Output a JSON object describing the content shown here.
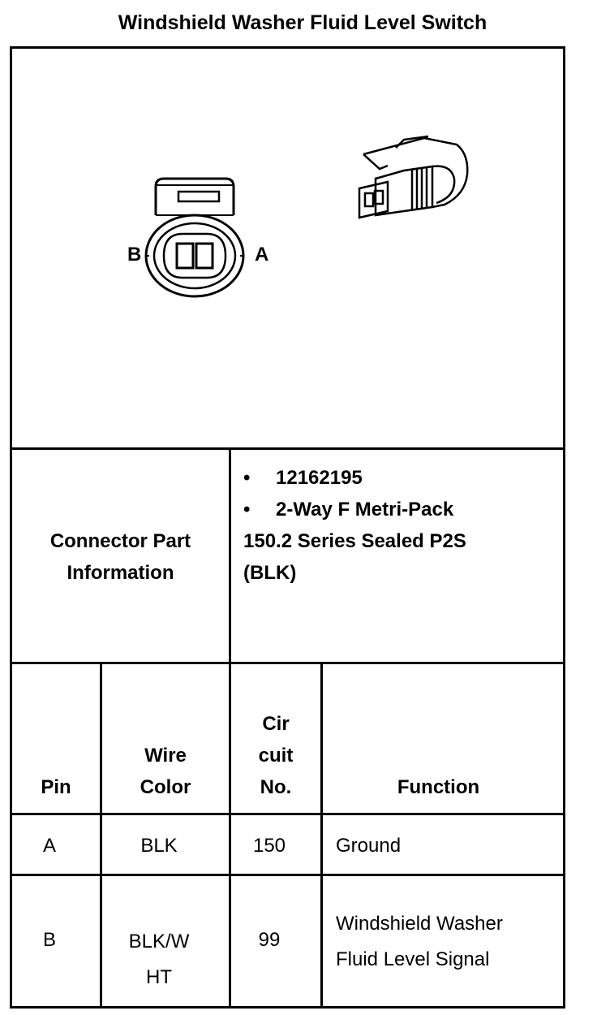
{
  "title": "Windshield Washer Fluid Level Switch",
  "diagram": {
    "pin_label_b": "B",
    "pin_label_a": "A",
    "front_view_icon": "connector-front-view",
    "side_view_icon": "connector-side-view"
  },
  "connector_info": {
    "label_line1": "Connector Part",
    "label_line2": "Information",
    "bullets": [
      "12162195",
      "2-Way F Metri-Pack"
    ],
    "bullet_symbol": "•",
    "continuation_lines": [
      "150.2 Series Sealed P2S",
      "(BLK)"
    ]
  },
  "table": {
    "headers": {
      "pin": [
        "Pin"
      ],
      "wire_color": [
        "Wire",
        "Color"
      ],
      "circuit_no": [
        "Cir",
        "cuit",
        "No."
      ],
      "function": [
        "Function"
      ]
    },
    "rows": [
      {
        "pin": "A",
        "wire_color": [
          "BLK"
        ],
        "circuit": "150",
        "function": [
          "Ground"
        ]
      },
      {
        "pin": "B",
        "wire_color": [
          "BLK/W",
          "HT"
        ],
        "circuit": "99",
        "function": [
          "Windshield Washer",
          "Fluid Level Signal"
        ]
      }
    ]
  }
}
